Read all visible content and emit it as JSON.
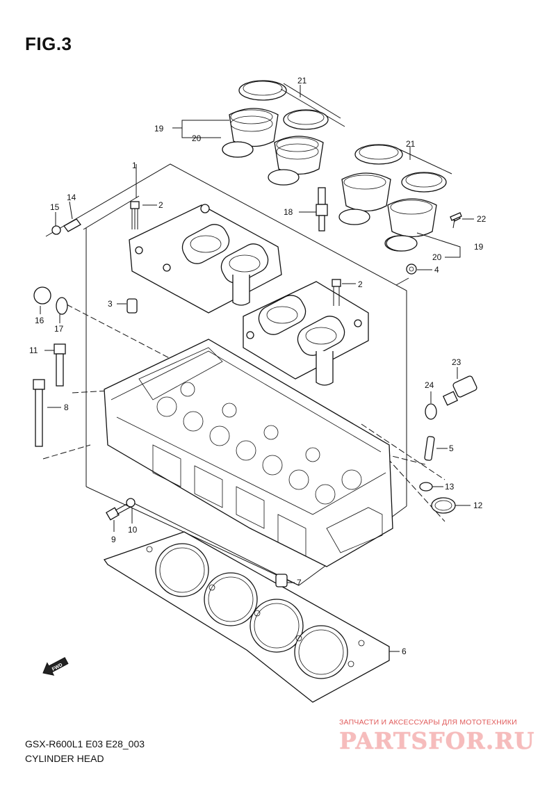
{
  "figure": {
    "title": "FIG.3",
    "model_code": "GSX-R600L1  E03 E28_003",
    "name": "CYLINDER HEAD"
  },
  "callouts": [
    "1",
    "2",
    "2",
    "3",
    "4",
    "5",
    "6",
    "7",
    "8",
    "9",
    "10",
    "11",
    "12",
    "13",
    "14",
    "15",
    "16",
    "17",
    "18",
    "19",
    "19",
    "20",
    "20",
    "21",
    "21",
    "22",
    "23",
    "24"
  ],
  "fwd_label": "FWD",
  "watermark": {
    "tagline": "ЗАПЧАСТИ И АКСЕССУАРЫ ДЛЯ МОТОТЕХНИКИ",
    "logo": "PARTSFOR.RU",
    "color": "#f2a8a8"
  }
}
